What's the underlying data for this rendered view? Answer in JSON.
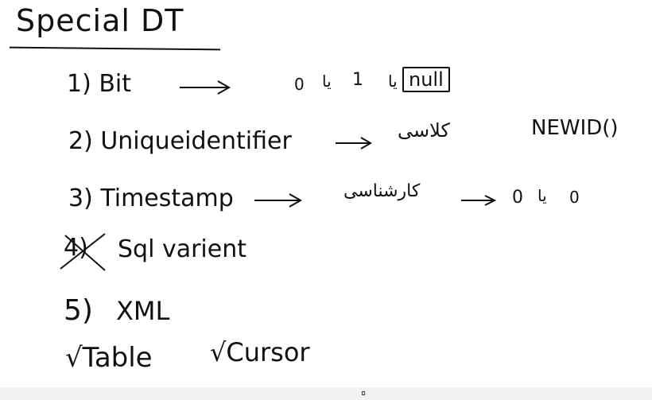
{
  "title": "Special DT",
  "items": [
    {
      "label": "1) Bit",
      "values": [
        "0",
        "1"
      ],
      "connectors": [
        "یا"
      ],
      "boxed": "null"
    },
    {
      "label": "2) Uniqueidentifier",
      "note": "کلاسی",
      "fn": "NEWID()"
    },
    {
      "label": "3) Timestamp",
      "note": "کارشناسی",
      "values": [
        "0",
        "0"
      ],
      "connectors": [
        "یا"
      ]
    },
    {
      "label": "4)",
      "text": "Sql varient",
      "struck": true
    },
    {
      "label": "5)",
      "text": "XML"
    }
  ],
  "checks": [
    "Table",
    "Cursor"
  ],
  "check_mark": "√"
}
